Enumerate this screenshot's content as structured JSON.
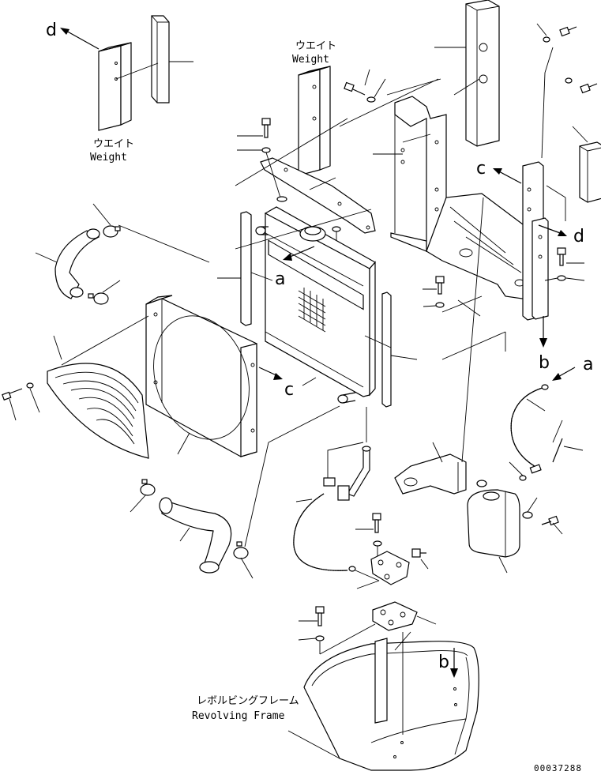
{
  "labels": {
    "weight_jp": "ウエイト",
    "weight_en": "Weight",
    "frame_jp": "レボルビングフレーム",
    "frame_en": "Revolving Frame",
    "drawing_number": "00037288"
  },
  "reference_markers": [
    "a",
    "b",
    "c",
    "d"
  ]
}
